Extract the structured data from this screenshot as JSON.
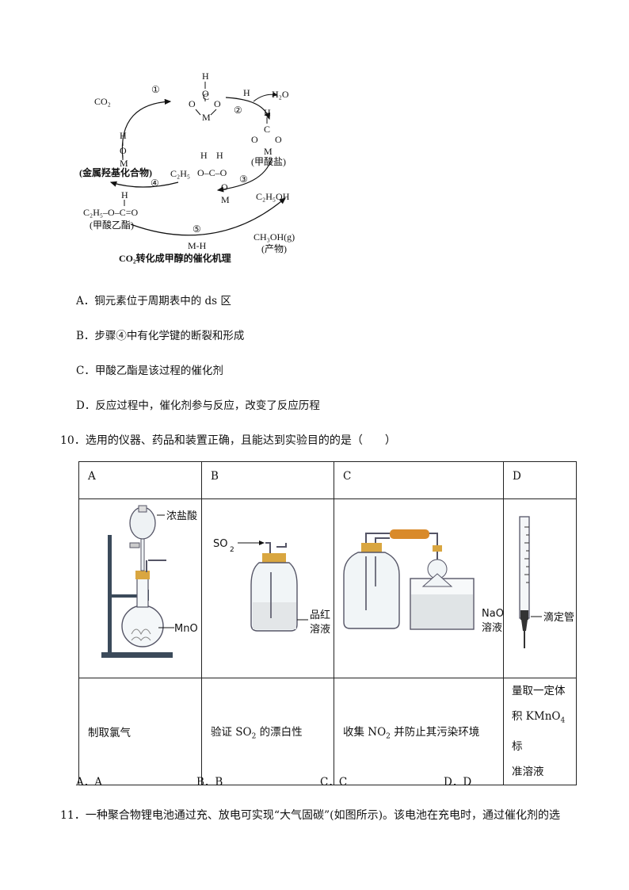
{
  "mechanism": {
    "caption": "CO₂转化成甲醇的催化机理",
    "co2": "CO₂",
    "step1": "①",
    "step2": "②",
    "step3": "③",
    "step4": "④",
    "step5": "⑤",
    "h_label": "H",
    "h2o": "H₂O",
    "metal_hydroxide": "(金属羟基化合物)",
    "formate_salt": "(甲酸盐)",
    "ethyl_formate_formula": "C₂H₅–O–C=O",
    "ethyl_formate": "(甲酸乙酯)",
    "ethanol": "C₂H₅OH",
    "methanol": "CH₃OH(g)",
    "product": "(产物)",
    "mh": "M-H",
    "c2h5": "C₂H₅"
  },
  "options": {
    "a": "A．铜元素位于周期表中的 ds 区",
    "b": "B．步骤④中有化学键的断裂和形成",
    "c": "C．甲酸乙酯是该过程的催化剂",
    "d": "D．反应过程中，催化剂参与反应，改变了反应历程"
  },
  "q10": {
    "stem": "10．选用的仪器、药品和装置正确，且能达到实验目的的是（　　）",
    "headers": [
      "A",
      "B",
      "C",
      "D"
    ],
    "labels": {
      "conc_hcl": "浓盐酸",
      "mno2": "MnO",
      "so2": "SO",
      "pinhong1": "品红",
      "pinhong2": "溶液",
      "naoh1": "NaO",
      "naoh2": "溶液",
      "burette": "滴定管"
    },
    "desc_a": "制取氯气",
    "desc_b_pre": "验证 SO",
    "desc_b_sub": "2",
    "desc_b_post": " 的漂白性",
    "desc_c_pre": "收集 NO",
    "desc_c_sub": "2",
    "desc_c_post": " 并防止其污染环境",
    "desc_d_l1": "量取一定体",
    "desc_d_l2_pre": "积 KMnO",
    "desc_d_l2_sub": "4",
    "desc_d_l2_post": " 标",
    "desc_d_l3": "准溶液",
    "answers": [
      "A．A",
      "B．B",
      "C．C",
      "D．D"
    ]
  },
  "q11": {
    "stem": "11．一种聚合物锂电池通过充、放电可实现“大气固碳”(如图所示)。该电池在充电时，通过催化剂的选"
  }
}
